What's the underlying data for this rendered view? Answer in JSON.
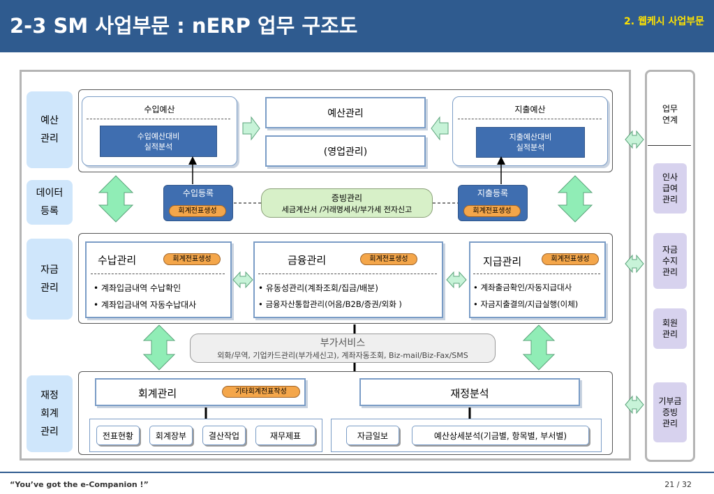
{
  "header": {
    "title": "2-3 SM 사업부문 : nERP 업무 구조도",
    "division": "2. 웹케시 사업부문"
  },
  "side_labels": [
    "예산\n관리",
    "데이터\n등록",
    "자금\n관리",
    "재정\n회계\n관리"
  ],
  "budget": {
    "income_title": "수입예산",
    "income_box": "수입예산대비\n실적분석",
    "center_top": "예산관리",
    "center_bottom": "(영업관리)",
    "expense_title": "지출예산",
    "expense_box": "지출예산대비\n실적분석"
  },
  "data_entry": {
    "income_reg": "수입등록",
    "income_badge": "회계전표생성",
    "evidence_title": "증빙관리",
    "evidence_text": "세금계산서 /거래명세서/부가세 전자신고",
    "expense_reg": "지출등록",
    "expense_badge": "회계전표생성"
  },
  "funds": {
    "receipt": {
      "title": "수납관리",
      "badge": "회계전표생성",
      "items": [
        "계좌입금내역 수납확인",
        "계좌입금내역 자동수납대사"
      ]
    },
    "finance": {
      "title": "금융관리",
      "badge": "회계전표생성",
      "items": [
        "유동성관리(계좌조회/집금/배분)",
        "금융자산통합관리(어음/B2B/증권/외화 )"
      ]
    },
    "payment": {
      "title": "지급관리",
      "badge": "회계전표생성",
      "items": [
        "계좌출금확인/자동지급대사",
        "자금지출결의/지급실행(이체)"
      ]
    }
  },
  "addon": {
    "title": "부가서비스",
    "desc": "외화/무역, 기업카드관리(부가세신고), 계좌자동조회, Biz-mail/Biz-Fax/SMS"
  },
  "accounting": {
    "title": "회계관리",
    "badge": "기타회계전표작성",
    "buttons": [
      "전표현황",
      "회계장부",
      "결산작업",
      "재무제표"
    ],
    "analysis_title": "재정분석",
    "analysis_buttons": [
      "자금일보",
      "예산상세분석(기금별, 항목별, 부서별)"
    ]
  },
  "right_side": {
    "header": "업무\n연계",
    "items": [
      "인사\n급여\n관리",
      "자금\n수지\n관리",
      "회원\n관리",
      "기부금\n증빙\n관리"
    ]
  },
  "footer": {
    "tagline": "“You’ve got the e-Companion !”",
    "page": "21 / 32"
  }
}
